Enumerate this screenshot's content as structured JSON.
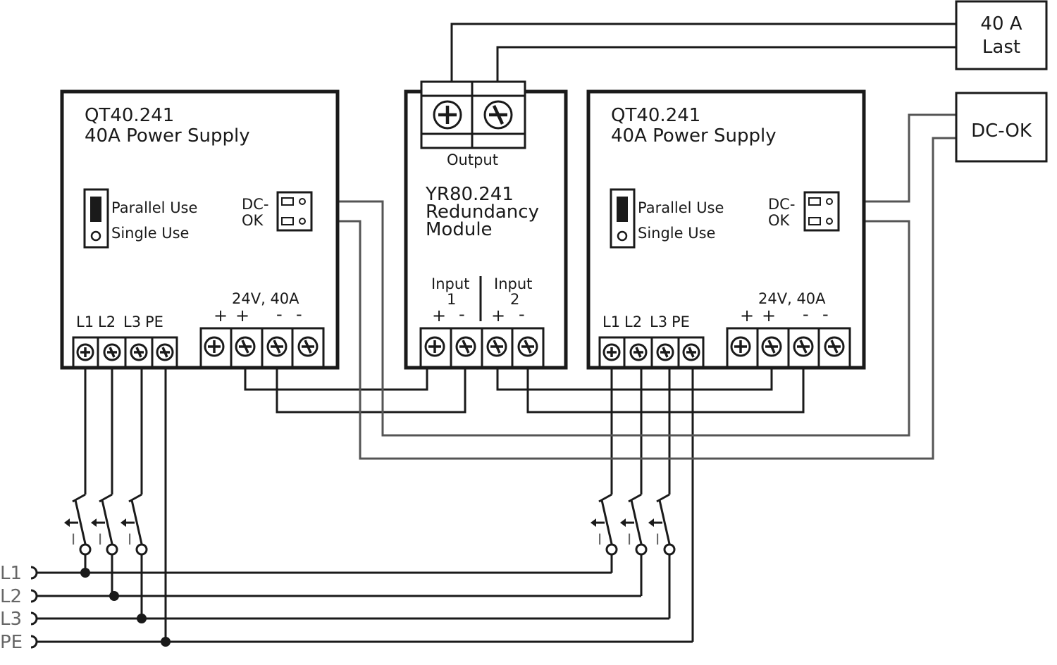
{
  "psu_left": {
    "model": "QT40.241",
    "title": "40A Power Supply",
    "jumper_parallel": "Parallel Use",
    "jumper_single": "Single Use",
    "dcok_line1": "DC-",
    "dcok_line2": "OK",
    "output_rating": "24V, 40A",
    "out_terminals": [
      "+",
      "+",
      "-",
      "-"
    ],
    "ac_terminals": [
      "L1",
      "L2",
      "L3",
      "PE"
    ]
  },
  "psu_right": {
    "model": "QT40.241",
    "title": "40A Power Supply",
    "jumper_parallel": "Parallel Use",
    "jumper_single": "Single Use",
    "dcok_line1": "DC-",
    "dcok_line2": "OK",
    "output_rating": "24V, 40A",
    "out_terminals": [
      "+",
      "+",
      "-",
      "-"
    ],
    "ac_terminals": [
      "L1",
      "L2",
      "L3",
      "PE"
    ]
  },
  "redundancy": {
    "line1": "YR80.241",
    "line2": "Redundancy",
    "line3": "Module",
    "output_label": "Output",
    "input1_line1": "Input",
    "input1_line2": "1",
    "input2_line1": "Input",
    "input2_line2": "2",
    "input_terminals": [
      "+",
      "-",
      "+",
      "-"
    ]
  },
  "load_box": {
    "line1": "40 A",
    "line2": "Last"
  },
  "dcok_box": {
    "label": "DC-OK"
  },
  "mains_lines": [
    "L1",
    "L2",
    "L3",
    "PE"
  ],
  "switch_mark": "I",
  "colors": {
    "line": "#1a1a1a",
    "signal_wire": "#555555",
    "mains_label": "#666666"
  }
}
